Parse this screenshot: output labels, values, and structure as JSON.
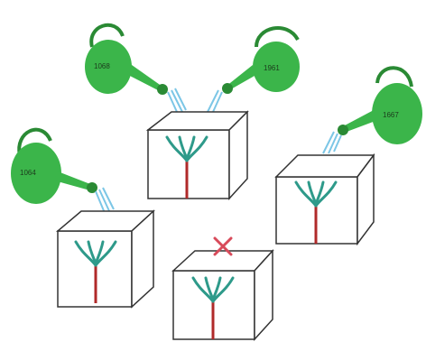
{
  "colors": {
    "can_fill": "#3bb54a",
    "can_dark": "#2a8a34",
    "water": "#7cc6e6",
    "box_stroke": "#333333",
    "stem": "#b02a2a",
    "branches": "#2e9a8a",
    "cross": "#d84a5a"
  },
  "cans": [
    {
      "label": "1068"
    },
    {
      "label": "1961"
    },
    {
      "label": "1064"
    },
    {
      "label": "1667"
    }
  ],
  "boxes": [
    {
      "watered": true
    },
    {
      "watered": true
    },
    {
      "watered": true
    },
    {
      "watered": false
    }
  ],
  "cross_icon": "x-mark"
}
